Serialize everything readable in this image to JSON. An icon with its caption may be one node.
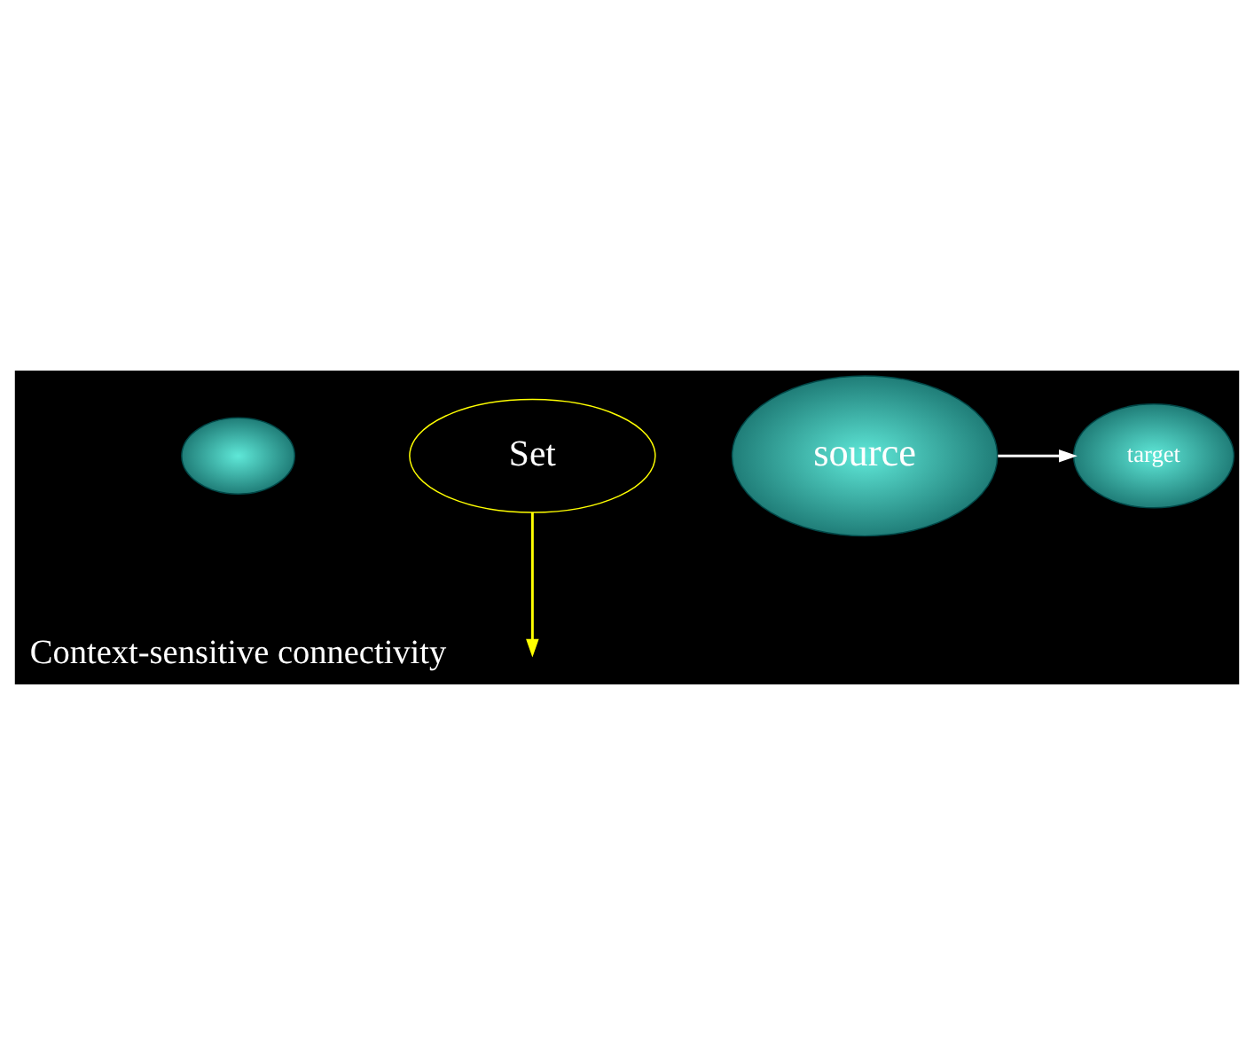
{
  "diagram": {
    "nodes": [
      {
        "text": [],
        "shape": "ellipse"
      },
      {
        "text": [
          "Set"
        ]
      },
      {
        "text": [
          "source"
        ]
      },
      {
        "text": [
          "target"
        ]
      }
    ],
    "edges": [
      {
        "from": 2,
        "to": 3,
        "arrow": "to",
        "color": "#ffffff"
      },
      {
        "from": 1,
        "to": null,
        "arrow": "to",
        "color": "#ffff00"
      }
    ],
    "labels": [
      "Context-sensitive connectivity"
    ]
  }
}
